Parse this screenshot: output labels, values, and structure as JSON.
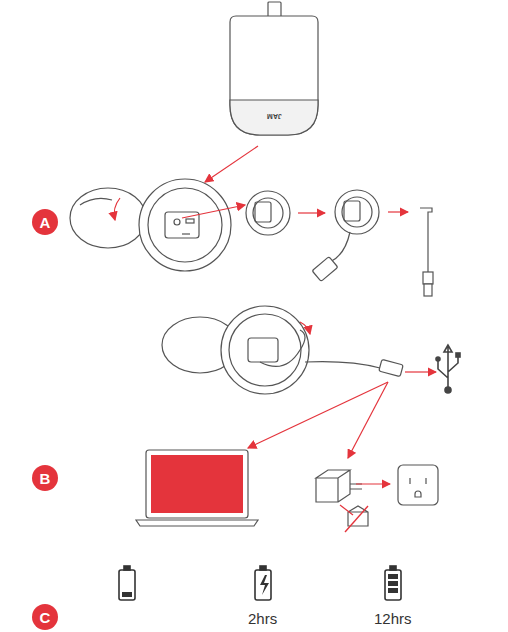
{
  "diagram": {
    "nodes": [
      {
        "text": [
          "A"
        ]
      },
      {
        "text": [
          "B"
        ]
      },
      {
        "text": [
          "C"
        ]
      }
    ],
    "labels": [
      "JAM",
      "2hrs",
      "12hrs"
    ]
  }
}
